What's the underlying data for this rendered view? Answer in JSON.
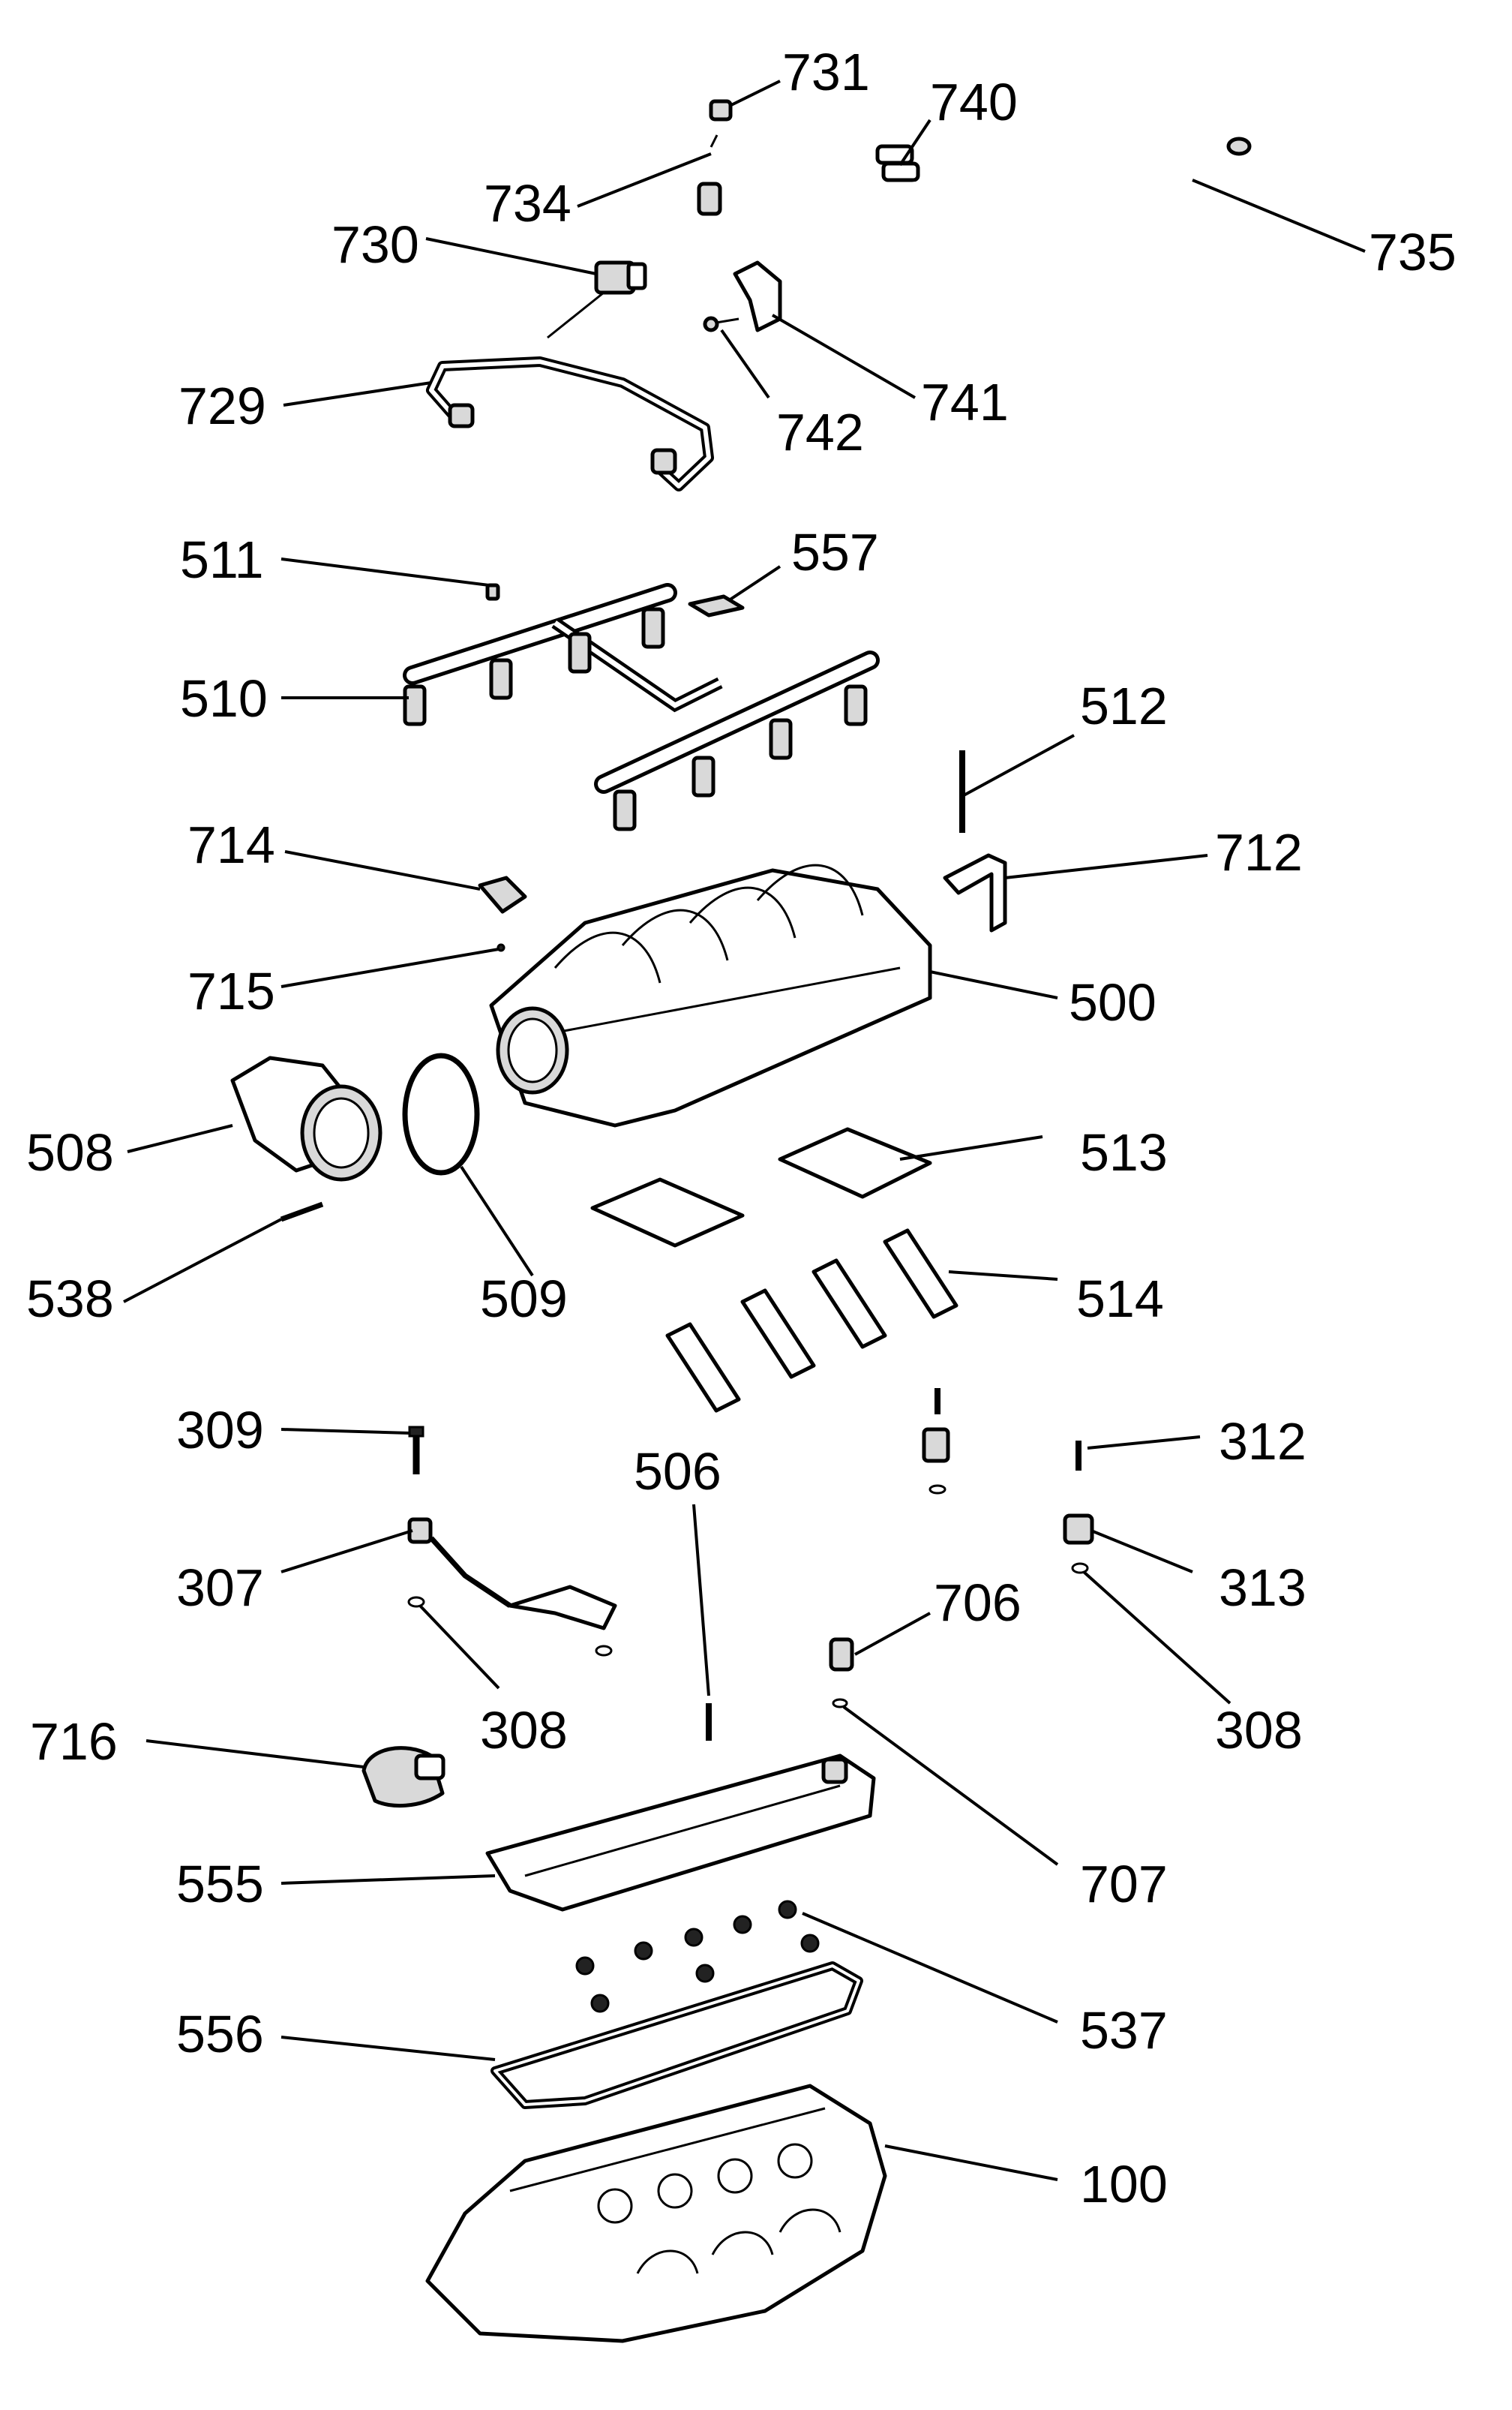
{
  "labels": {
    "l731": "731",
    "l740": "740",
    "l734": "734",
    "l730": "730",
    "l735": "735",
    "l729": "729",
    "l742": "742",
    "l741": "741",
    "l511": "511",
    "l557": "557",
    "l510": "510",
    "l512": "512",
    "l714": "714",
    "l712": "712",
    "l715": "715",
    "l500": "500",
    "l508": "508",
    "l513": "513",
    "l538": "538",
    "l509": "509",
    "l514": "514",
    "l309": "309",
    "l506": "506",
    "l312": "312",
    "l307": "307",
    "l706": "706",
    "l313": "313",
    "l716": "716",
    "l308a": "308",
    "l308b": "308",
    "l555": "555",
    "l707": "707",
    "l537": "537",
    "l556": "556",
    "l100": "100"
  }
}
